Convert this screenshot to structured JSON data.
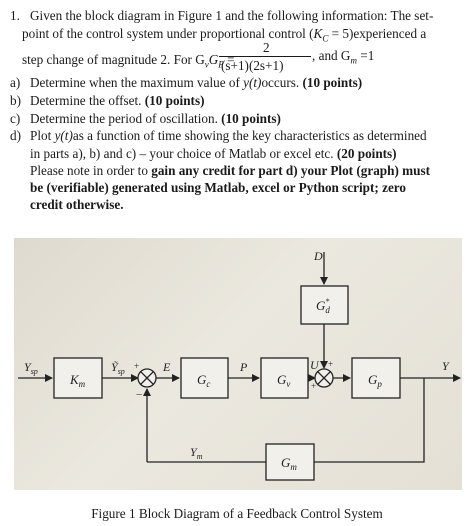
{
  "question": {
    "number": "1.",
    "intro_line1_pre": "Given the block diagram in Figure 1 and the following information: The set-",
    "intro_line2": "point of the control system under proportional control (",
    "kc_expr": "K",
    "kc_sub": "C",
    "kc_rest": " = 5)experienced a",
    "step_text": "step change of magnitude 2. For G",
    "gv_sub": "v",
    "gp_sym": "G",
    "gp_sub": "P",
    "equals": " =",
    "frac_num": "2",
    "frac_den": "(s+1)(2s+1)",
    "and_gm": ", and G",
    "gm_sub": "m",
    "gm_val": " =1"
  },
  "parts": {
    "a_label": "a)",
    "a_text": "Determine when the maximum value of ",
    "a_yt": "y(t)",
    "a_text2": "occurs. ",
    "a_points": "(10 points)",
    "b_label": "b)",
    "b_text": "Determine the offset. ",
    "b_points": "(10 points)",
    "c_label": "c)",
    "c_text": "Determine the period of oscillation. ",
    "c_points": "(10 points)",
    "d_label": "d)",
    "d_text1_pre": "Plot ",
    "d_yt": "y(t)",
    "d_text1_post": "as a function of time showing the key characteristics as determined",
    "d_text2_pre": "in parts a), b) and c) – your choice of Matlab or excel etc. ",
    "d_points": "(20 points)",
    "d_text3": "Please note in order to ",
    "d_bold1": "gain any credit for part d) your Plot (graph) must",
    "d_bold2": "be (verifiable) generated using Matlab, excel or Python script; zero",
    "d_bold3": "credit otherwise."
  },
  "diagram": {
    "ysp": "Y",
    "ysp_sub": "sp",
    "km": "K",
    "km_sub": "m",
    "ytilde": "Ỹ",
    "ytilde_sub": "sp",
    "e": "E",
    "gc": "G",
    "gc_sub": "c",
    "p": "P",
    "gv": "G",
    "gv_sub": "v",
    "u": "U",
    "gp": "G",
    "gp_sub": "p",
    "y": "Y",
    "d": "D",
    "gd": "G",
    "gd_sub": "d",
    "gd_sup": "*",
    "ym": "Y",
    "ym_sub": "m",
    "gm": "G",
    "gm_sub": "m",
    "plus": "+",
    "minus": "−"
  },
  "caption": "Figure 1 Block Diagram of a Feedback Control System"
}
